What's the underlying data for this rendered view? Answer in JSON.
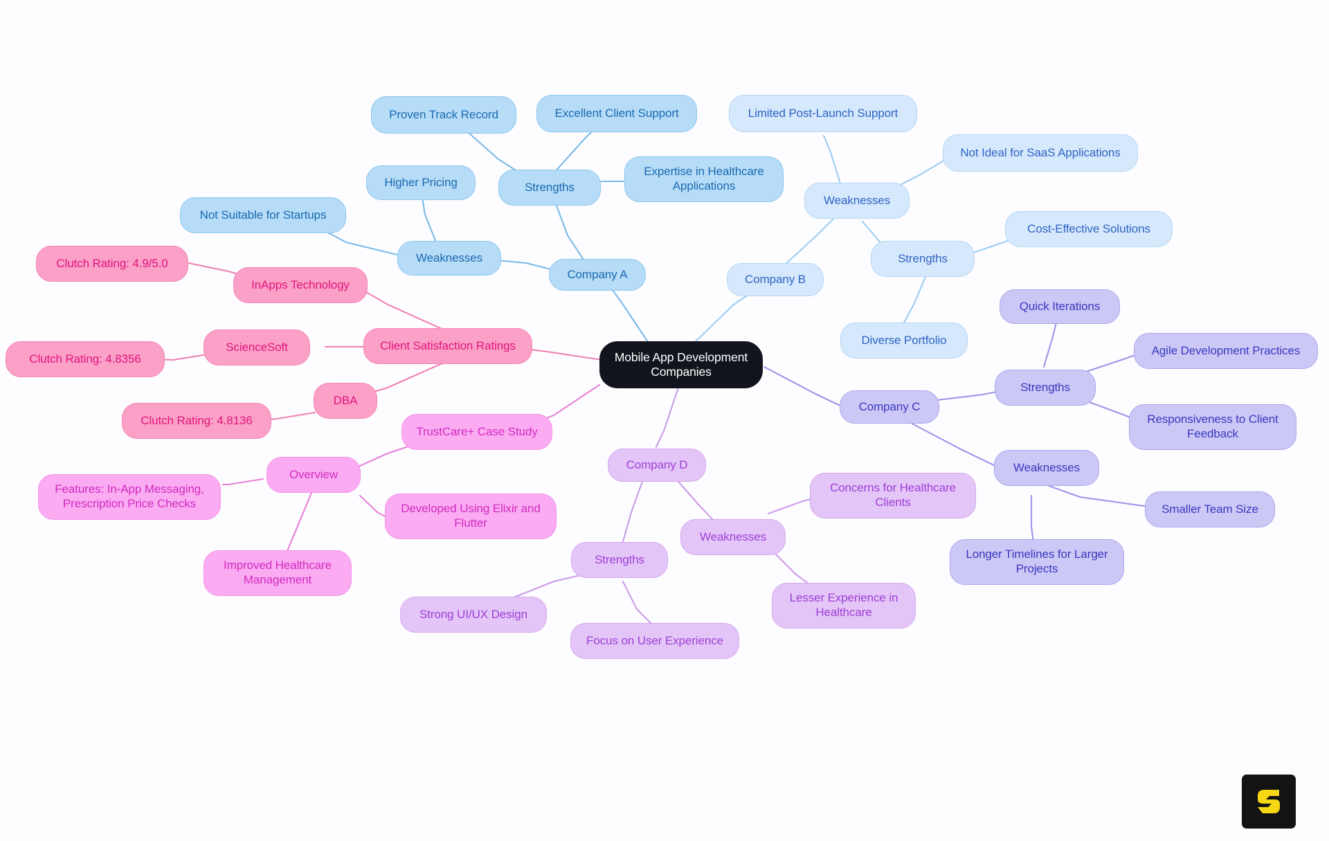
{
  "diagram": {
    "type": "mindmap",
    "title": "Mobile App Development Companies",
    "background": "#fdfdff",
    "palette": {
      "root_fill": "#12141d",
      "root_text": "#ffffff",
      "company_a_fill": "#b6dcf8",
      "company_a_text": "#1a6ab0",
      "company_b_fill": "#d6e9fc",
      "company_b_text": "#2f63c4",
      "company_c_fill": "#ccc8f6",
      "company_c_text": "#3a38c0",
      "company_d_fill": "#e4c5f7",
      "company_d_text": "#9c3fd6",
      "ratings_fill": "#fba0c6",
      "ratings_text": "#e0157e",
      "overview_fill": "#fbabf2",
      "overview_text": "#d02bc0"
    }
  },
  "nodes": {
    "root": "Mobile App Development\nCompanies",
    "company_a": "Company A",
    "a_strengths": "Strengths",
    "a_proven_track_record": "Proven Track Record",
    "a_excellent_client_support": "Excellent Client Support",
    "a_expertise_healthcare": "Expertise in Healthcare\nApplications",
    "a_weaknesses": "Weaknesses",
    "a_higher_pricing": "Higher Pricing",
    "a_not_suitable_startups": "Not Suitable for Startups",
    "company_b": "Company B",
    "b_weaknesses": "Weaknesses",
    "b_limited_post_launch": "Limited Post-Launch Support",
    "b_not_ideal_saas": "Not Ideal for SaaS Applications",
    "b_strengths": "Strengths",
    "b_cost_effective": "Cost-Effective Solutions",
    "b_diverse_portfolio": "Diverse Portfolio",
    "company_c": "Company C",
    "c_strengths": "Strengths",
    "c_quick_iterations": "Quick Iterations",
    "c_agile_practices": "Agile Development Practices",
    "c_responsiveness": "Responsiveness to Client\nFeedback",
    "c_weaknesses": "Weaknesses",
    "c_smaller_team": "Smaller Team Size",
    "c_longer_timelines": "Longer Timelines for Larger\nProjects",
    "company_d": "Company D",
    "d_strengths": "Strengths",
    "d_strong_uiux": "Strong UI/UX Design",
    "d_focus_ux": "Focus on User Experience",
    "d_weaknesses": "Weaknesses",
    "d_concerns_healthcare": "Concerns for Healthcare\nClients",
    "d_lesser_experience": "Lesser Experience in\nHealthcare",
    "ratings": "Client Satisfaction Ratings",
    "r_inapps": "InApps Technology",
    "r_inapps_rating": "Clutch Rating: 4.9/5.0",
    "r_sciencesoft": "ScienceSoft",
    "r_sciencesoft_rating": "Clutch Rating: 4.8356",
    "r_dba": "DBA",
    "r_dba_rating": "Clutch Rating: 4.8136",
    "trustcare": "TrustCare+ Case Study",
    "overview": "Overview",
    "o_features": "Features: In-App Messaging,\nPrescription Price Checks",
    "o_developed": "Developed Using Elixir and\nFlutter",
    "o_improved": "Improved Healthcare\nManagement"
  },
  "branding": {
    "logo_label": "S"
  }
}
